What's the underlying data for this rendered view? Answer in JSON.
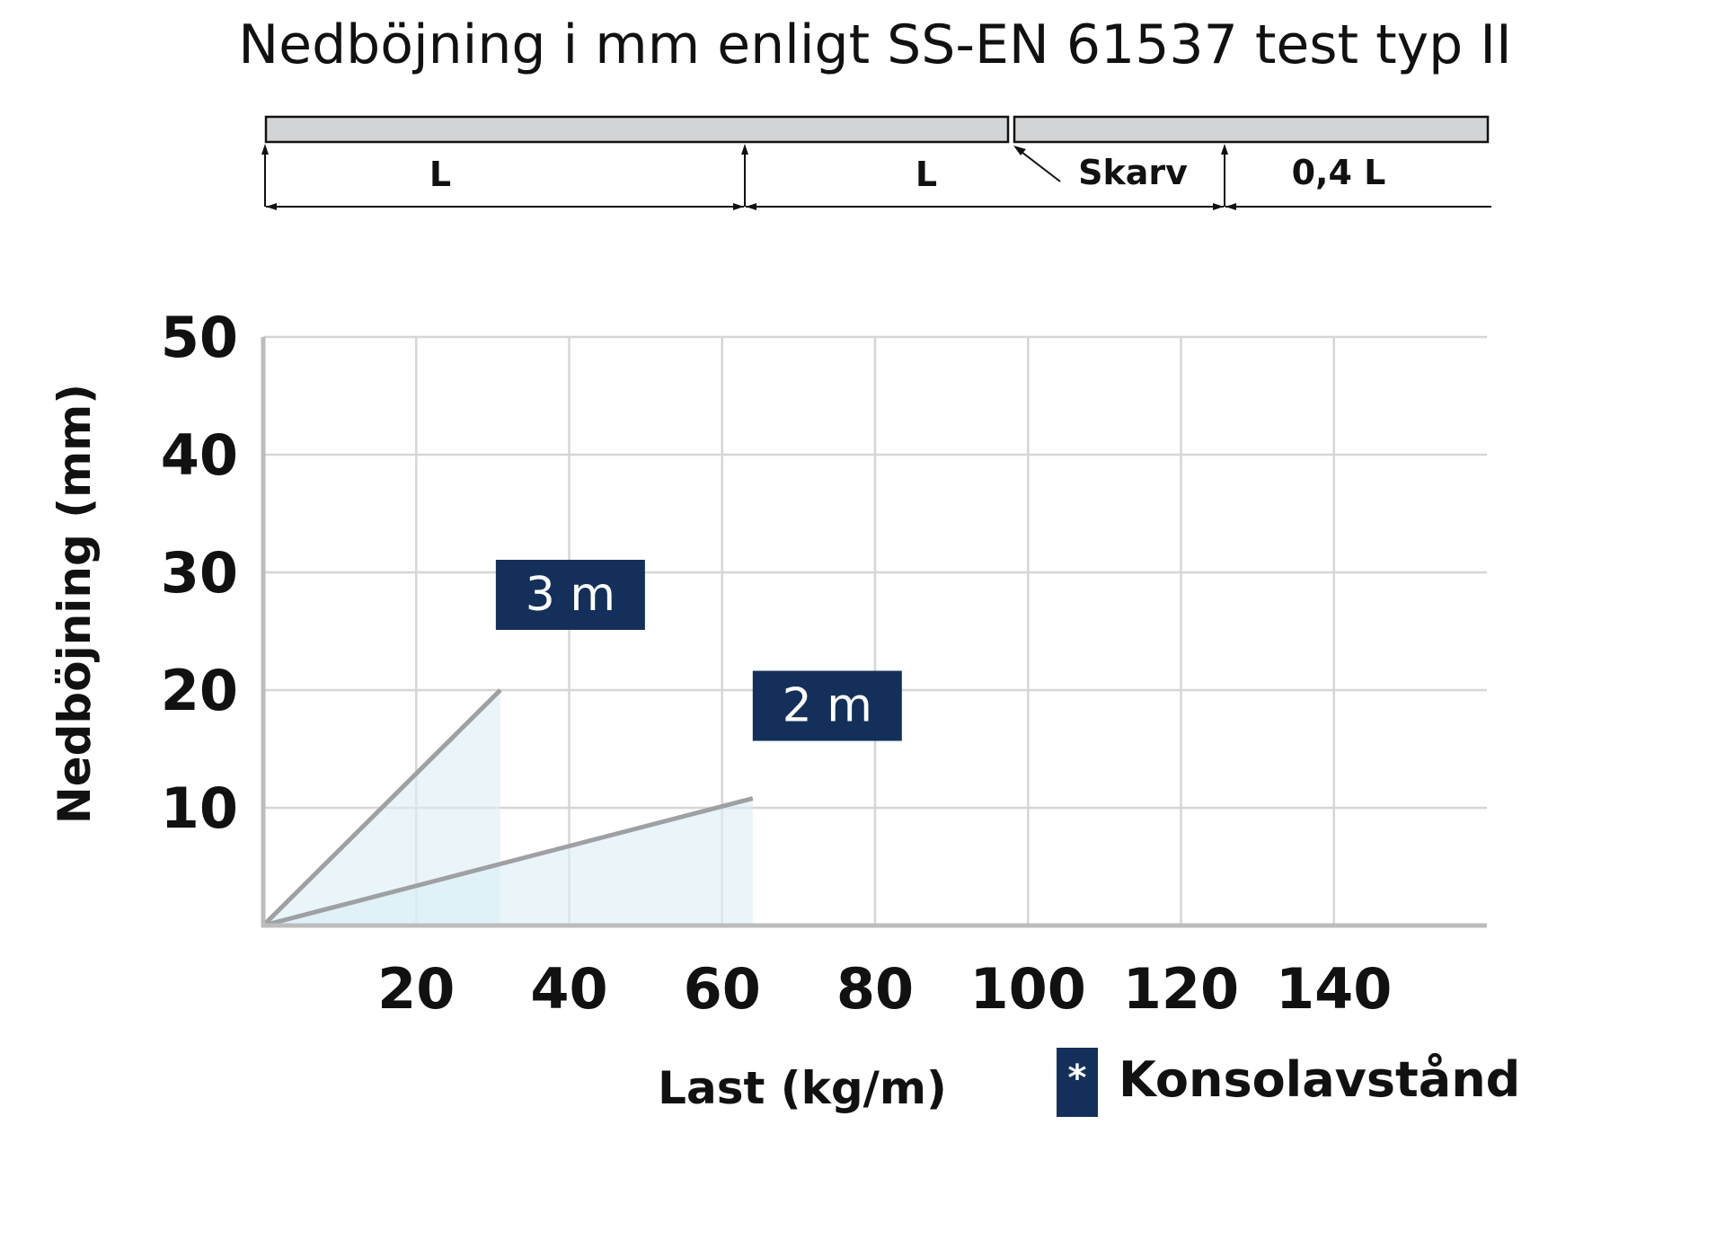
{
  "header": {
    "title": "Nedböjning i mm enligt SS-EN 61537 test typ II"
  },
  "schematic": {
    "span1_label": "L",
    "span2_label": "L",
    "joint_label": "Skarv",
    "span3_label": "0,4 L"
  },
  "chart_data": {
    "type": "line",
    "title": "Nedböjning i mm enligt SS-EN 61537 test typ II",
    "xlabel": "Last (kg/m)",
    "ylabel": "Nedböjning (mm)",
    "xlim": [
      0,
      160
    ],
    "ylim": [
      0,
      50
    ],
    "x_ticks": [
      "20",
      "40",
      "60",
      "80",
      "100",
      "120",
      "140"
    ],
    "x_tick_values": [
      20,
      40,
      60,
      80,
      100,
      120,
      140
    ],
    "y_ticks": [
      "10",
      "20",
      "30",
      "40",
      "50"
    ],
    "y_tick_values": [
      10,
      20,
      30,
      40,
      50
    ],
    "grid": true,
    "series": [
      {
        "name": "3 m",
        "x": [
          0,
          31
        ],
        "y": [
          0,
          20
        ],
        "fill": true
      },
      {
        "name": "2 m",
        "x": [
          0,
          64
        ],
        "y": [
          0,
          10.8
        ],
        "fill": true
      }
    ],
    "legend": {
      "symbol": "*",
      "label": "Konsolavstånd",
      "placement": "bottom-right"
    },
    "colors": {
      "line": "#9ea0a3",
      "fill": "#daeef5",
      "label_box": "#14305a",
      "label_text": "#ffffff",
      "grid": "#d6d6d6",
      "axis": "#bcbcbc"
    }
  }
}
